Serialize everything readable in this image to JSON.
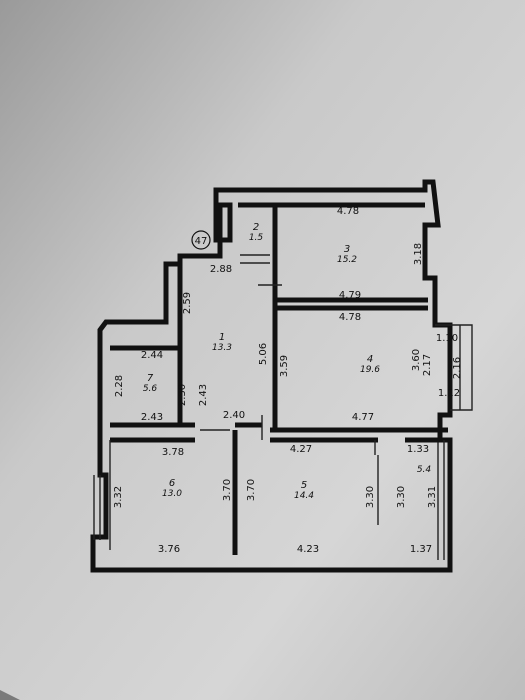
{
  "plan": {
    "marker": "47",
    "rooms": [
      {
        "number": "1",
        "area": "13.3"
      },
      {
        "number": "2",
        "area": "1.5"
      },
      {
        "number": "3",
        "area": "15.2"
      },
      {
        "number": "4",
        "area": "19.6"
      },
      {
        "number": "5",
        "area": "14.4"
      },
      {
        "number": "6",
        "area": "13.0"
      },
      {
        "number": "7",
        "area": "5.6"
      },
      {
        "number": "",
        "area": "5.4"
      }
    ],
    "dimensions": [
      "4.78",
      "3.18",
      "4.79",
      "4.78",
      "2.88",
      "2.59",
      "5.06",
      "3.59",
      "3.60",
      "2.17",
      "2.16",
      "1.10",
      "1.12",
      "4.77",
      "2.44",
      "2.28",
      "2.30",
      "2.43",
      "2.43",
      "2.40",
      "4.27",
      "1.33",
      "3.78",
      "3.32",
      "3.70",
      "3.70",
      "3.30",
      "3.30",
      "3.31",
      "3.76",
      "4.23",
      "1.37"
    ]
  }
}
